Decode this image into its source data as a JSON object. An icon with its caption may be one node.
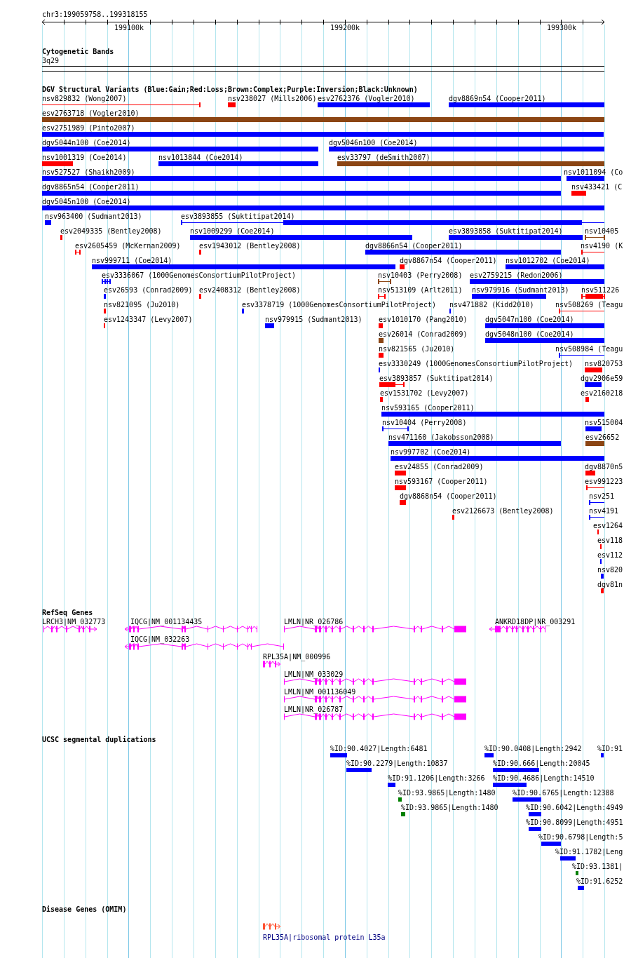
{
  "diagram": {
    "nodes": [
      {
        "text": [
          "nsv829832 (Wong2007)"
        ]
      },
      {
        "text": [
          "nsv238027 (Mills2006)"
        ]
      },
      {
        "text": [
          "esv2762376 (Vogler2010)"
        ]
      },
      {
        "text": [
          "dgv8869n54 (Cooper2011)"
        ]
      },
      {
        "text": [
          "esv2763718 (Vogler2010)"
        ]
      },
      {
        "text": [
          "esv2751989 (Pinto2007)"
        ]
      },
      {
        "text": [
          "dgv5044n100 (Coe2014)"
        ]
      },
      {
        "text": [
          "dgv5046n100 (Coe2014)"
        ]
      },
      {
        "text": [
          "nsv1001319 (Coe2014)"
        ]
      },
      {
        "text": [
          "nsv1013844 (Coe2014)"
        ]
      },
      {
        "text": [
          "esv33797 (deSmith2007)"
        ]
      },
      {
        "text": [
          "nsv527527 (Shaikh2009)"
        ]
      },
      {
        "text": [
          "nsv1011094 (Co"
        ]
      },
      {
        "text": [
          "dgv8865n54 (Cooper2011)"
        ]
      },
      {
        "text": [
          "nsv433421 (C"
        ]
      },
      {
        "text": [
          "dgv5045n100 (Coe2014)"
        ]
      },
      {
        "text": [
          "nsv963400 (Sudmant2013)"
        ]
      },
      {
        "text": [
          "esv3893855 (Suktitipat2014)"
        ]
      },
      {
        "text": [
          "esv2049335 (Bentley2008)"
        ]
      },
      {
        "text": [
          "nsv1009299 (Coe2014)"
        ]
      },
      {
        "text": [
          "esv3893858 (Suktitipat2014)"
        ]
      },
      {
        "text": [
          "nsv10405"
        ]
      },
      {
        "text": [
          "esv2605459 (McKernan2009)"
        ]
      },
      {
        "text": [
          "esv1943012 (Bentley2008)"
        ]
      },
      {
        "text": [
          "dgv8866n54 (Cooper2011)"
        ]
      },
      {
        "text": [
          "nsv4190 (K"
        ]
      },
      {
        "text": [
          "nsv999711 (Coe2014)"
        ]
      },
      {
        "text": [
          "dgv8867n54 (Cooper2011)"
        ]
      },
      {
        "text": [
          "nsv1012702 (Coe2014)"
        ]
      },
      {
        "text": [
          "esv3336067 (1000GenomesConsortiumPilotProject)"
        ]
      },
      {
        "text": [
          "nsv10403 (Perry2008)"
        ]
      },
      {
        "text": [
          "esv2759215 (Redon2006)"
        ]
      },
      {
        "text": [
          "esv26593 (Conrad2009)"
        ]
      },
      {
        "text": [
          "esv2408312 (Bentley2008)"
        ]
      },
      {
        "text": [
          "nsv513109 (Arlt2011)"
        ]
      },
      {
        "text": [
          "nsv979916 (Sudmant2013)"
        ]
      },
      {
        "text": [
          "nsv511226"
        ]
      },
      {
        "text": [
          "nsv821095 (Ju2010)"
        ]
      },
      {
        "text": [
          "esv3378719 (1000GenomesConsortiumPilotProject)"
        ]
      },
      {
        "text": [
          "nsv471882 (Kidd2010)"
        ]
      },
      {
        "text": [
          "nsv508269 (Teagu"
        ]
      },
      {
        "text": [
          "esv1243347 (Levy2007)"
        ]
      },
      {
        "text": [
          "nsv979915 (Sudmant2013)"
        ]
      },
      {
        "text": [
          "esv1010170 (Pang2010)"
        ]
      },
      {
        "text": [
          "dgv5047n100 (Coe2014)"
        ]
      },
      {
        "text": [
          "esv26014 (Conrad2009)"
        ]
      },
      {
        "text": [
          "dgv5048n100 (Coe2014)"
        ]
      },
      {
        "text": [
          "nsv821565 (Ju2010)"
        ]
      },
      {
        "text": [
          "nsv508984 (Teagu"
        ]
      },
      {
        "text": [
          "esv3330249 (1000GenomesConsortiumPilotProject)"
        ]
      },
      {
        "text": [
          "nsv820753"
        ]
      },
      {
        "text": [
          "esv3893857 (Suktitipat2014)"
        ]
      },
      {
        "text": [
          "dgv2906e59"
        ]
      },
      {
        "text": [
          "esv1531702 (Levy2007)"
        ]
      },
      {
        "text": [
          "esv2160218"
        ]
      },
      {
        "text": [
          "nsv593165 (Cooper2011)"
        ]
      },
      {
        "text": [
          "nsv10404 (Perry2008)"
        ]
      },
      {
        "text": [
          "nsv515004"
        ]
      },
      {
        "text": [
          "nsv471160 (Jakobsson2008)"
        ]
      },
      {
        "text": [
          "esv26652"
        ]
      },
      {
        "text": [
          "nsv997702 (Coe2014)"
        ]
      },
      {
        "text": [
          "esv24855 (Conrad2009)"
        ]
      },
      {
        "text": [
          "dgv8870n5"
        ]
      },
      {
        "text": [
          "nsv593167 (Cooper2011)"
        ]
      },
      {
        "text": [
          "esv991223"
        ]
      },
      {
        "text": [
          "dgv8868n54 (Cooper2011)"
        ]
      },
      {
        "text": [
          "nsv251"
        ]
      },
      {
        "text": [
          "esv2126673 (Bentley2008)"
        ]
      },
      {
        "text": [
          "nsv4191"
        ]
      },
      {
        "text": [
          "esv1264"
        ]
      },
      {
        "text": [
          "esv118"
        ]
      },
      {
        "text": [
          "esv112"
        ]
      },
      {
        "text": [
          "nsv820"
        ]
      },
      {
        "text": [
          "dgv81n"
        ]
      },
      {
        "text": [
          "LRCH3|NM_032773"
        ]
      },
      {
        "text": [
          "IQCG|NM_001134435"
        ]
      },
      {
        "text": [
          "LMLN|NR_026786"
        ]
      },
      {
        "text": [
          "ANKRD18DP|NR_003291"
        ]
      },
      {
        "text": [
          "IQCG|NM_032263"
        ]
      },
      {
        "text": [
          "RPL35A|NM_000996"
        ]
      },
      {
        "text": [
          "LMLN|NM_033029"
        ]
      },
      {
        "text": [
          "LMLN|NM_001136049"
        ]
      },
      {
        "text": [
          "LMLN|NR_026787"
        ]
      },
      {
        "text": [
          "%ID:90.4027|Length:6481"
        ]
      },
      {
        "text": [
          "%ID:90.0408|Length:2942"
        ]
      },
      {
        "text": [
          "%ID:91"
        ]
      },
      {
        "text": [
          "%ID:90.2279|Length:10837"
        ]
      },
      {
        "text": [
          "%ID:90.666|Length:20045"
        ]
      },
      {
        "text": [
          "%ID:91.1206|Length:3266"
        ]
      },
      {
        "text": [
          "%ID:90.4686|Length:14510"
        ]
      },
      {
        "text": [
          "%ID:93.9865|Length:1480"
        ]
      },
      {
        "text": [
          "%ID:90.6765|Length:12388"
        ]
      },
      {
        "text": [
          "%ID:93.9865|Length:1480"
        ]
      },
      {
        "text": [
          "%ID:90.6042|Length:4949"
        ]
      },
      {
        "text": [
          "%ID:90.8099|Length:4951"
        ]
      },
      {
        "text": [
          "%ID:90.6798|Length:5"
        ]
      },
      {
        "text": [
          "%ID:91.1782|Leng"
        ]
      },
      {
        "text": [
          "%ID:93.1381|"
        ]
      },
      {
        "text": [
          "%ID:91.6252"
        ]
      },
      {
        "text": [
          "RPL35A|ribosomal protein L35a"
        ]
      }
    ],
    "labels": [
      "chr3:199059758..199318155",
      "199100k",
      "199200k",
      "199300k",
      "Cytogenetic Bands",
      "3q29",
      "DGV Structural Variants (Blue:Gain;Red:Loss;Brown:Complex;Purple:Inversion;Black:Unknown)",
      "RefSeq Genes",
      "UCSC segmental duplications",
      "Disease Genes (OMIM)"
    ]
  }
}
